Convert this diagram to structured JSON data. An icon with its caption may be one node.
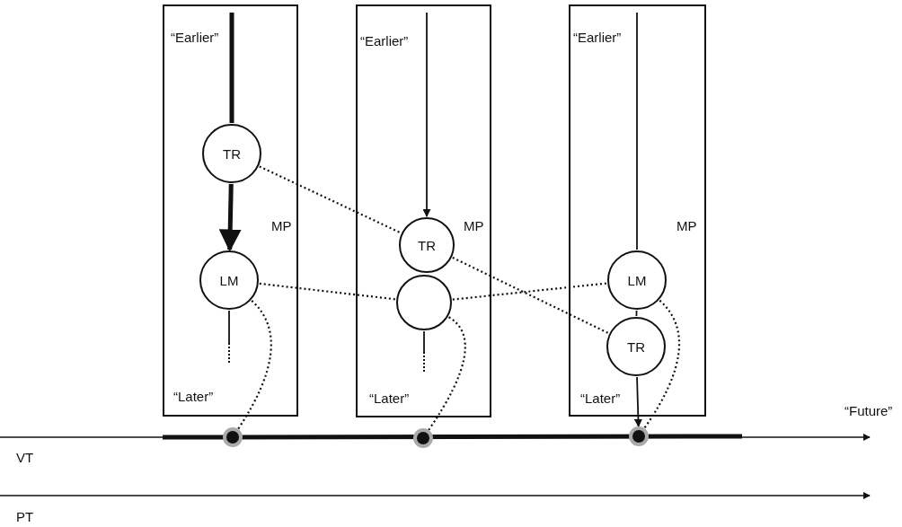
{
  "diagram": {
    "nodes": [
      {
        "text": [
          "“Earlier”",
          "MP",
          "“Later”"
        ]
      },
      {
        "text": [
          "TR"
        ],
        "in": 0
      },
      {
        "text": [
          "LM"
        ],
        "in": 0
      },
      {
        "text": [
          "“Earlier”",
          "MP",
          "“Later”"
        ]
      },
      {
        "text": [
          "TR"
        ],
        "in": 3
      },
      {
        "text": [],
        "shape": "circle",
        "in": 3
      },
      {
        "text": [
          "“Earlier”",
          "MP",
          "“Later”"
        ]
      },
      {
        "text": [
          "LM"
        ],
        "in": 6
      },
      {
        "text": [
          "TR"
        ],
        "in": 6
      },
      {
        "text": [],
        "shape": "circle"
      },
      {
        "text": [],
        "shape": "circle"
      },
      {
        "text": [],
        "shape": "circle"
      }
    ],
    "edges": [
      {
        "from": null,
        "to": 1,
        "arrow": "none",
        "style": "thick"
      },
      {
        "from": 1,
        "to": 2,
        "arrow": "to",
        "style": "thick"
      },
      {
        "from": 2,
        "to": null,
        "arrow": "none"
      },
      {
        "from": null,
        "to": 4,
        "arrow": "to"
      },
      {
        "from": 5,
        "to": null,
        "arrow": "none"
      },
      {
        "from": null,
        "to": 7,
        "arrow": "none"
      },
      {
        "from": 7,
        "to": 8,
        "arrow": "none"
      },
      {
        "from": 8,
        "to": 11,
        "arrow": "to"
      },
      {
        "from": 1,
        "to": 4,
        "arrow": "none",
        "style": "dashed"
      },
      {
        "from": 2,
        "to": 5,
        "arrow": "none",
        "style": "dashed"
      },
      {
        "from": 4,
        "to": 8,
        "arrow": "none",
        "style": "dashed"
      },
      {
        "from": 5,
        "to": 7,
        "arrow": "none",
        "style": "dashed"
      },
      {
        "from": 2,
        "to": 9,
        "arrow": "none",
        "style": "dashed"
      },
      {
        "from": 5,
        "to": 10,
        "arrow": "none",
        "style": "dashed"
      },
      {
        "from": 7,
        "to": 11,
        "arrow": "none",
        "style": "dashed"
      }
    ],
    "labels": [
      "“Future”",
      "VT",
      "PT"
    ]
  }
}
